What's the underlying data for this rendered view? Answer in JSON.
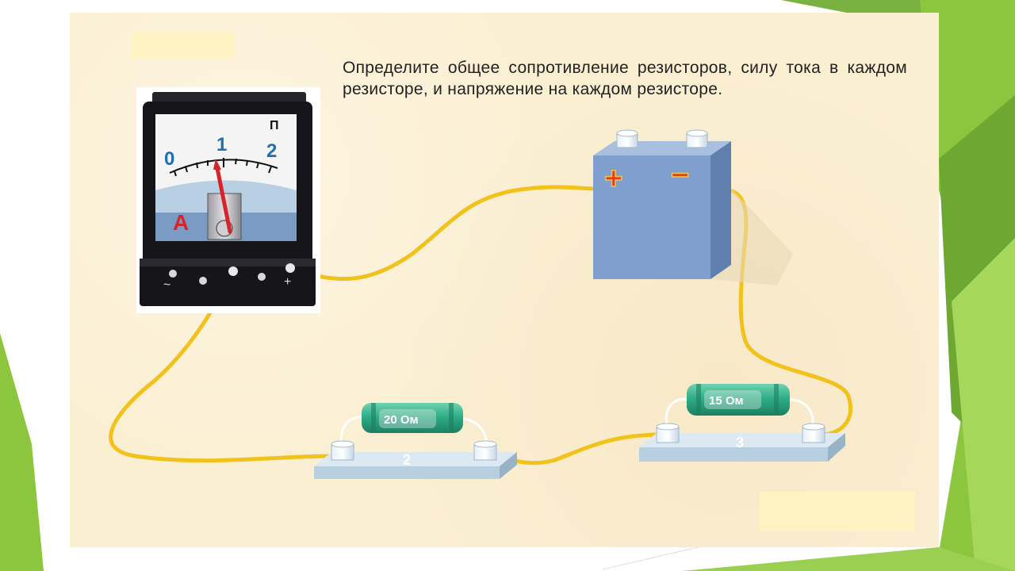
{
  "task": {
    "text": "Определите общее сопротивление резисторов, силу тока в каждом резисторе, и напряжение на каждом резисторе."
  },
  "ammeter": {
    "scale": [
      "0",
      "1",
      "2"
    ],
    "letter": "А",
    "corner_mark": "П",
    "terminal_left_mark": "~",
    "terminal_right_mark": "+"
  },
  "battery": {
    "plus": "+",
    "minus": "−"
  },
  "resistors": [
    {
      "label": "20 Ом",
      "board_number": "2"
    },
    {
      "label": "15 Ом",
      "board_number": "3"
    }
  ],
  "colors": {
    "wire": "#f2c21c",
    "battery": "#7f9fcf",
    "resistor": "#2fae86",
    "board": "#b8cfdf",
    "terminal": "#ffffff",
    "ammeter_body": "#15151a",
    "scale_blue": "#1e6fb5",
    "pointer_red": "#d8232a",
    "panel": "#fbefd2",
    "slide_green": "#8cc63f"
  }
}
